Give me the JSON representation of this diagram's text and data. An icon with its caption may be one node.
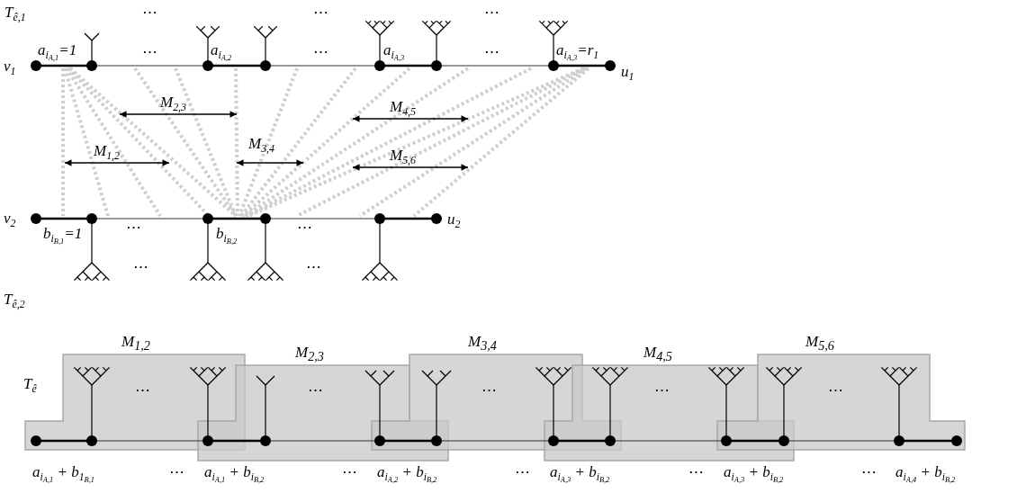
{
  "diagram": {
    "nodes": [
      {
        "text": [
          "M$_{1,2}$"
        ]
      },
      {
        "text": [
          "M$_{2,3}$"
        ]
      },
      {
        "text": [
          "M$_{3,4}$"
        ]
      },
      {
        "text": [
          "M$_{4,5}$"
        ]
      },
      {
        "text": [
          "M$_{5,6}$"
        ]
      }
    ],
    "labels": [
      "T$_{ê,1}$",
      "⋯",
      "⋯",
      "⋯",
      "a$_{i}$$_{A,1}$=1",
      "⋯",
      "a$_{i}$$_{A,2}$",
      "⋯",
      "a$_{i}$$_{A,3}$",
      "⋯",
      "a$_{i}$$_{A,3}$=r$_{1}$",
      "v$_{1}$",
      "u$_{1}$",
      "M$_{2,3}$",
      "M$_{4,5}$",
      "M$_{1,2}$",
      "M$_{3,4}$",
      "M$_{5,6}$",
      "v$_{2}$",
      "u$_{2}$",
      "b$_{i}$$_{B,1}$=1",
      "⋯",
      "b$_{i}$$_{B,2}$",
      "⋯",
      "⋯",
      "⋯",
      "T$_{ê,2}$",
      "T$_{ê}$",
      "⋯",
      "⋯",
      "⋯",
      "⋯",
      "⋯",
      "a$_{i}$$_{A,1}$ + b$_{1}$$_{B,1}$",
      "⋯",
      "a$_{i}$$_{A,1}$ + b$_{i}$$_{B,2}$",
      "⋯",
      "a$_{i}$$_{A,2}$ + b$_{i}$$_{B,2}$",
      "⋯",
      "a$_{i}$$_{A,3}$ + b$_{i}$$_{B,2}$",
      "⋯",
      "a$_{i}$$_{A,3}$ + b$_{i}$$_{B,2}$",
      "⋯",
      "a$_{i}$$_{A,4}$ + b$_{i}$$_{B,2}$"
    ]
  }
}
